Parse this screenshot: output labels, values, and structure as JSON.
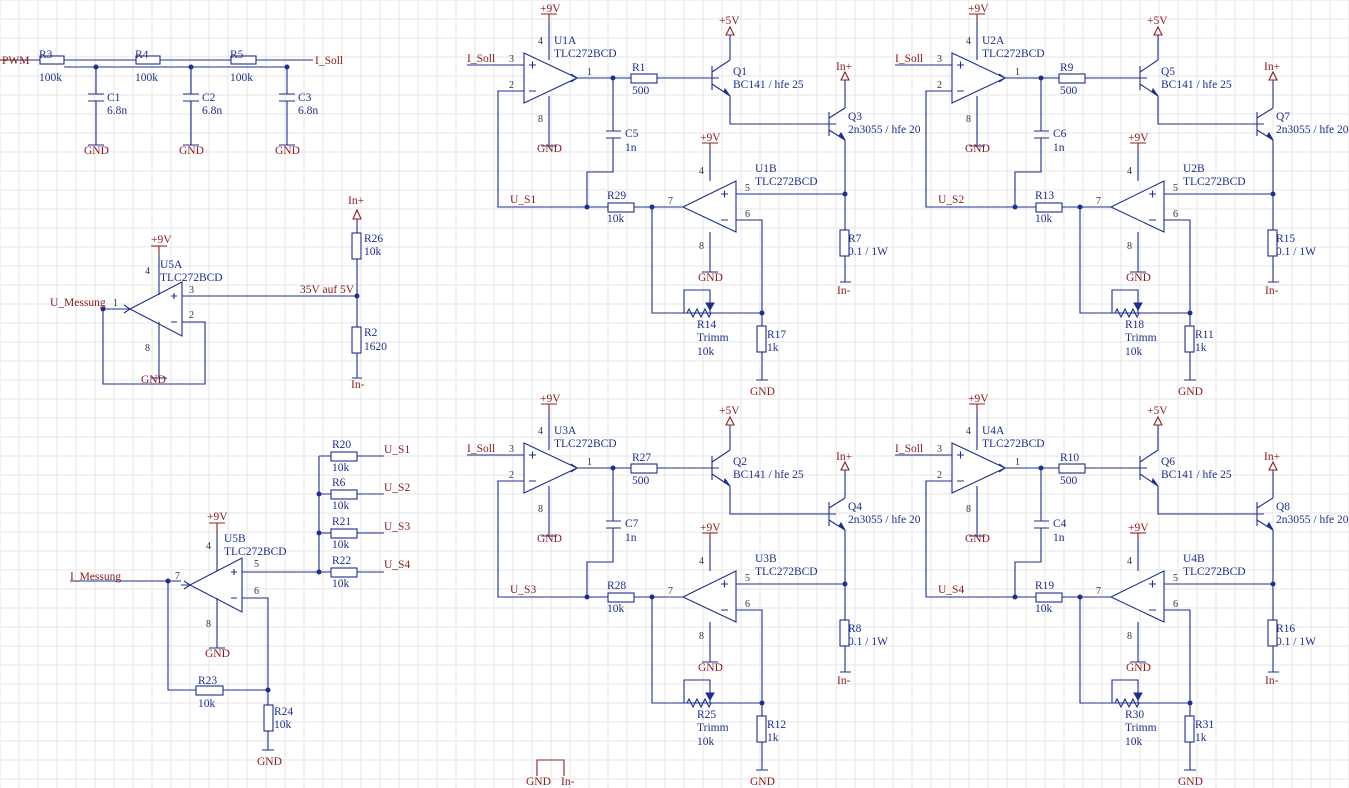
{
  "schematic": {
    "colors": {
      "wire": "#1c2f8f",
      "net": "#8a1a1a",
      "grid": "#e6e6e6"
    },
    "filter": {
      "pwm": "PWM",
      "i_soll": "I_Soll",
      "r3": {
        "ref": "R3",
        "val": "100k"
      },
      "r4": {
        "ref": "R4",
        "val": "100k"
      },
      "r5": {
        "ref": "R5",
        "val": "100k"
      },
      "c1": {
        "ref": "C1",
        "val": "6.8n"
      },
      "c2": {
        "ref": "C2",
        "val": "6.8n"
      },
      "c3": {
        "ref": "C3",
        "val": "6.8n"
      },
      "gnd": "GND"
    },
    "measure": {
      "u5a_ref": "U5A",
      "u5a_part": "TLC272BCD",
      "pwr": "+9V",
      "gnd": "GND",
      "pin1": "1",
      "pin2": "2",
      "pin3": "3",
      "pin4": "4",
      "pin8": "8",
      "u_messung": "U_Messung",
      "divider": "35V auf 5V",
      "in_plus": "In+",
      "in_minus": "In-",
      "r26": {
        "ref": "R26",
        "val": "10k"
      },
      "r2": {
        "ref": "R2",
        "val": "1620"
      }
    },
    "sum": {
      "u5b_ref": "U5B",
      "u5b_part": "TLC272BCD",
      "pwr": "+9V",
      "gnd": "GND",
      "pin4": "4",
      "pin5": "5",
      "pin6": "6",
      "pin7": "7",
      "pin8": "8",
      "i_messung": "I_Messung",
      "r20": {
        "ref": "R20",
        "val": "10k"
      },
      "r6": {
        "ref": "R6",
        "val": "10k"
      },
      "r21": {
        "ref": "R21",
        "val": "10k"
      },
      "r22": {
        "ref": "R22",
        "val": "10k"
      },
      "r23": {
        "ref": "R23",
        "val": "10k"
      },
      "r24": {
        "ref": "R24",
        "val": "10k"
      },
      "us1": "U_S1",
      "us2": "U_S2",
      "us3": "U_S3",
      "us4": "U_S4"
    },
    "channels": [
      {
        "ua": "U1A",
        "ub": "U1B",
        "part": "TLC272BCD",
        "r_base": "R1",
        "r_base_val": "500",
        "q_drv": "Q1",
        "q_drv_val": "BC141 / hfe 25",
        "q_pwr": "Q3",
        "q_pwr_val": "2n3055 / hfe 20",
        "c": "C5",
        "c_val": "1n",
        "r_in": "R29",
        "r_in_val": "10k",
        "r_shunt": "R7",
        "r_shunt_val": "0.1 / 1W",
        "trim": "R14",
        "trim_txt": "Trimm",
        "trim_val": "10k",
        "r_gnd": "R17",
        "r_gnd_val": "1k",
        "us": "U_S1",
        "isoll": "I_Soll",
        "v9": "+9V",
        "v5": "+5V",
        "gnd": "GND",
        "inp": "In+",
        "inm": "In-",
        "n1": "1",
        "n2": "2",
        "n3": "3",
        "n4": "4",
        "n5": "5",
        "n6": "6",
        "n7": "7",
        "n8": "8"
      },
      {
        "ua": "U2A",
        "ub": "U2B",
        "part": "TLC272BCD",
        "r_base": "R9",
        "r_base_val": "500",
        "q_drv": "Q5",
        "q_drv_val": "BC141 / hfe 25",
        "q_pwr": "Q7",
        "q_pwr_val": "2n3055 / hfe 20",
        "c": "C6",
        "c_val": "1n",
        "r_in": "R13",
        "r_in_val": "10k",
        "r_shunt": "R15",
        "r_shunt_val": "0.1 / 1W",
        "trim": "R18",
        "trim_txt": "Trimm",
        "trim_val": "10k",
        "r_gnd": "R11",
        "r_gnd_val": "1k",
        "us": "U_S2",
        "isoll": "I_Soll",
        "v9": "+9V",
        "v5": "+5V",
        "gnd": "GND",
        "inp": "In+",
        "inm": "In-",
        "n1": "1",
        "n2": "2",
        "n3": "3",
        "n4": "4",
        "n5": "5",
        "n6": "6",
        "n7": "7",
        "n8": "8"
      },
      {
        "ua": "U3A",
        "ub": "U3B",
        "part": "TLC272BCD",
        "r_base": "R27",
        "r_base_val": "500",
        "q_drv": "Q2",
        "q_drv_val": "BC141 / hfe 25",
        "q_pwr": "Q4",
        "q_pwr_val": "2n3055 / hfe 20",
        "c": "C7",
        "c_val": "1n",
        "r_in": "R28",
        "r_in_val": "10k",
        "r_shunt": "R8",
        "r_shunt_val": "0.1 / 1W",
        "trim": "R25",
        "trim_txt": "Trimm",
        "trim_val": "10k",
        "r_gnd": "R12",
        "r_gnd_val": "1k",
        "us": "U_S3",
        "isoll": "I_Soll",
        "v9": "+9V",
        "v5": "+5V",
        "gnd": "GND",
        "inp": "In+",
        "inm": "In-",
        "n1": "1",
        "n2": "2",
        "n3": "3",
        "n4": "4",
        "n5": "5",
        "n6": "6",
        "n7": "7",
        "n8": "8"
      },
      {
        "ua": "U4A",
        "ub": "U4B",
        "part": "TLC272BCD",
        "r_base": "R10",
        "r_base_val": "500",
        "q_drv": "Q6",
        "q_drv_val": "BC141 / hfe 25",
        "q_pwr": "Q8",
        "q_pwr_val": "2n3055 / hfe 20",
        "c": "C4",
        "c_val": "1n",
        "r_in": "R19",
        "r_in_val": "10k",
        "r_shunt": "R16",
        "r_shunt_val": "0.1 / 1W",
        "trim": "R30",
        "trim_txt": "Trimm",
        "trim_val": "10k",
        "r_gnd": "R31",
        "r_gnd_val": "1k",
        "us": "U_S4",
        "isoll": "I_Soll",
        "v9": "+9V",
        "v5": "+5V",
        "gnd": "GND",
        "inp": "In+",
        "inm": "In-",
        "n1": "1",
        "n2": "2",
        "n3": "3",
        "n4": "4",
        "n5": "5",
        "n6": "6",
        "n7": "7",
        "n8": "8"
      }
    ],
    "bottom": {
      "gnd": "GND",
      "in_minus": "In-"
    }
  }
}
